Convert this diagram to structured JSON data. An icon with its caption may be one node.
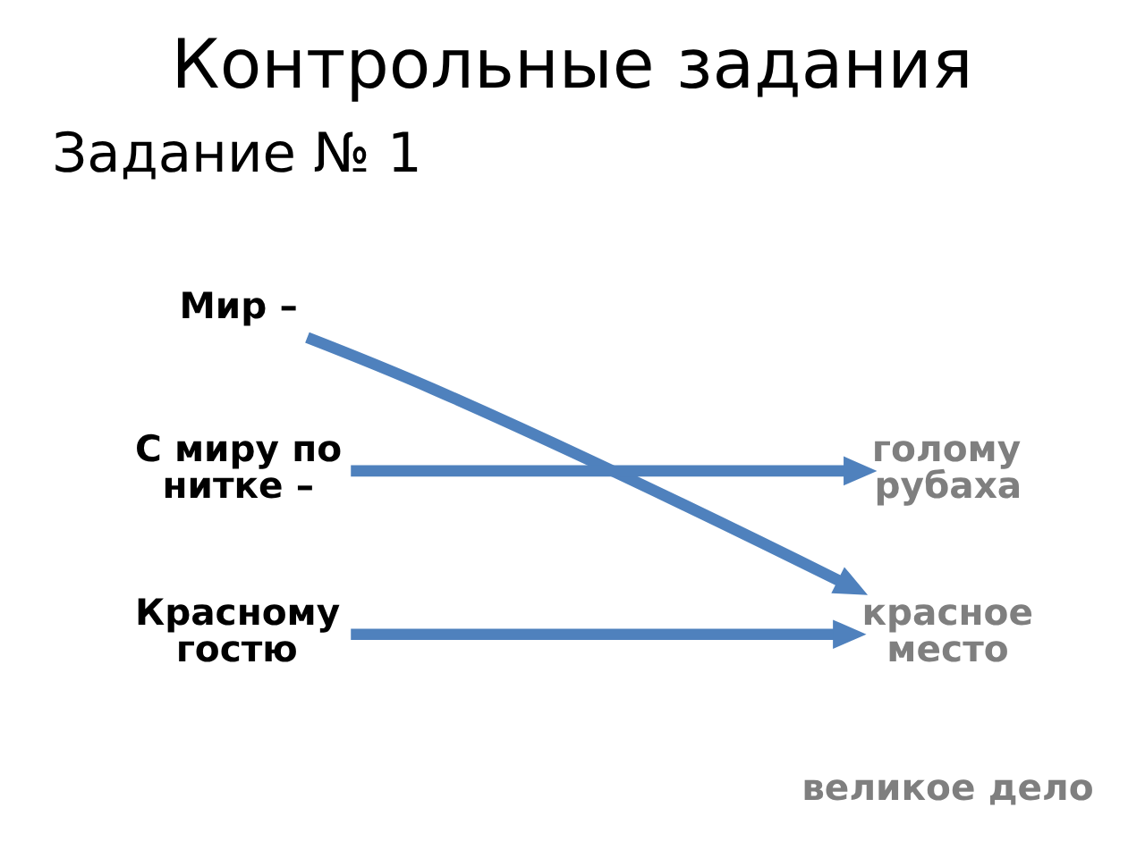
{
  "diagram": {
    "title": "Контрольные задания",
    "nodes": [
      {
        "text": [
          "Мир –"
        ]
      },
      {
        "text": [
          "С миру по нитке –"
        ]
      },
      {
        "text": [
          "Красному гостю"
        ]
      },
      {
        "text": [
          "голому рубаха"
        ]
      },
      {
        "text": [
          "красное место"
        ]
      },
      {
        "text": [
          "великое дело"
        ]
      }
    ],
    "edges": [
      {
        "from": 0,
        "to": 4,
        "arrow": "to"
      },
      {
        "from": 1,
        "to": 3,
        "arrow": "to"
      },
      {
        "from": 2,
        "to": 4,
        "arrow": "to"
      }
    ],
    "labels": [
      "Задание № 1"
    ]
  }
}
